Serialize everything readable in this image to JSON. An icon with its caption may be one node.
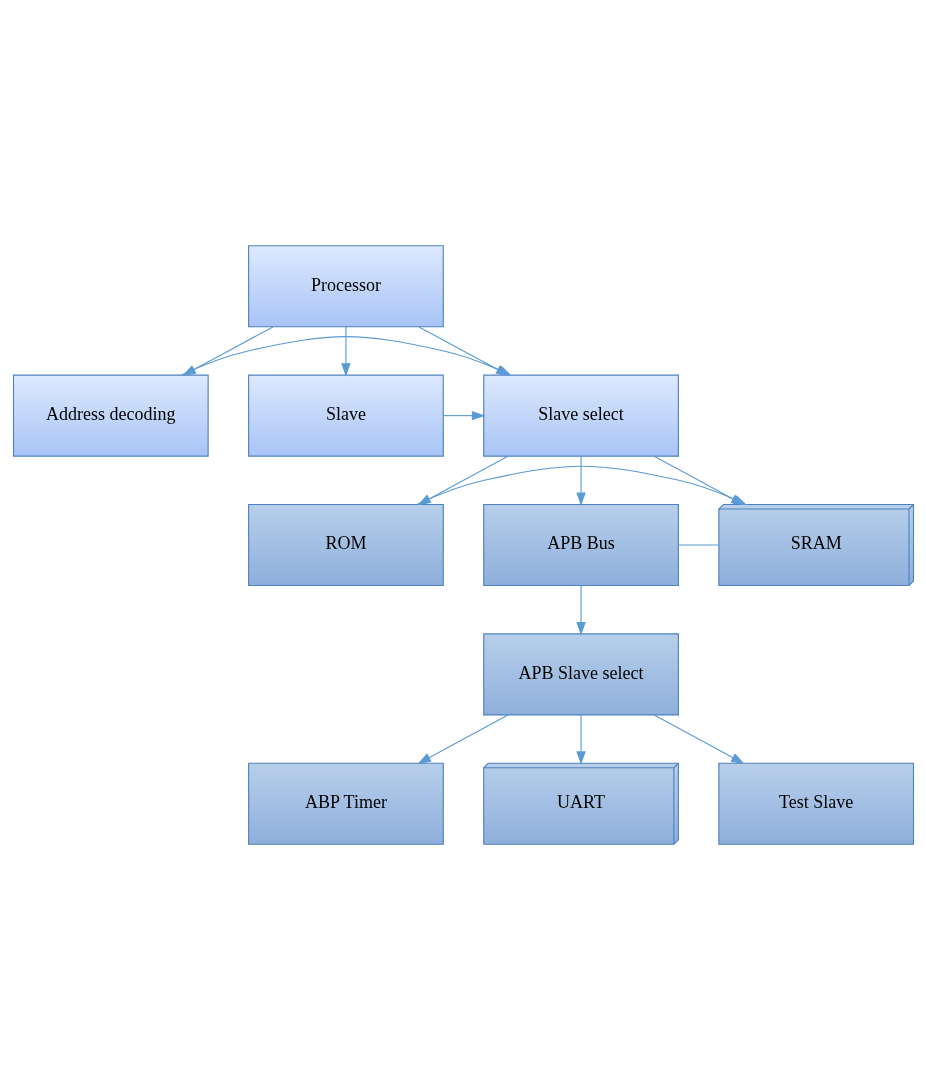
{
  "diagram": {
    "nodes": [
      {
        "text": [
          "Processor"
        ]
      },
      {
        "text": [
          "Address decoding"
        ]
      },
      {
        "text": [
          "Slave select"
        ]
      },
      {
        "text": [
          "Slave"
        ]
      },
      {
        "text": [
          "ROM"
        ]
      },
      {
        "text": [
          "SRAM"
        ]
      },
      {
        "text": [
          "APB Bus"
        ]
      },
      {
        "text": [
          "APB Slave select"
        ]
      },
      {
        "text": [
          "ABP Timer"
        ]
      },
      {
        "text": [
          "UART"
        ]
      },
      {
        "text": [
          "Test Slave"
        ]
      }
    ],
    "edges": [
      {
        "from": 0,
        "to": 1,
        "arrow": "to"
      },
      {
        "from": 0,
        "to": 2,
        "arrow": "to"
      },
      {
        "from": 0,
        "to": 3,
        "arrow": "to"
      },
      {
        "from": 1,
        "to": 2,
        "arrow": "to"
      },
      {
        "from": 3,
        "to": 2,
        "arrow": "to"
      },
      {
        "from": 2,
        "to": 4,
        "arrow": "to"
      },
      {
        "from": 2,
        "to": 5,
        "arrow": "to"
      },
      {
        "from": 2,
        "to": 6,
        "arrow": "to"
      },
      {
        "from": 4,
        "to": 5,
        "arrow": "to"
      },
      {
        "from": 6,
        "to": 5,
        "arrow": "none"
      },
      {
        "from": 6,
        "to": 7,
        "arrow": "to"
      },
      {
        "from": 7,
        "to": 8,
        "arrow": "to"
      },
      {
        "from": 7,
        "to": 9,
        "arrow": "to"
      },
      {
        "from": 7,
        "to": 10,
        "arrow": "to"
      }
    ]
  }
}
